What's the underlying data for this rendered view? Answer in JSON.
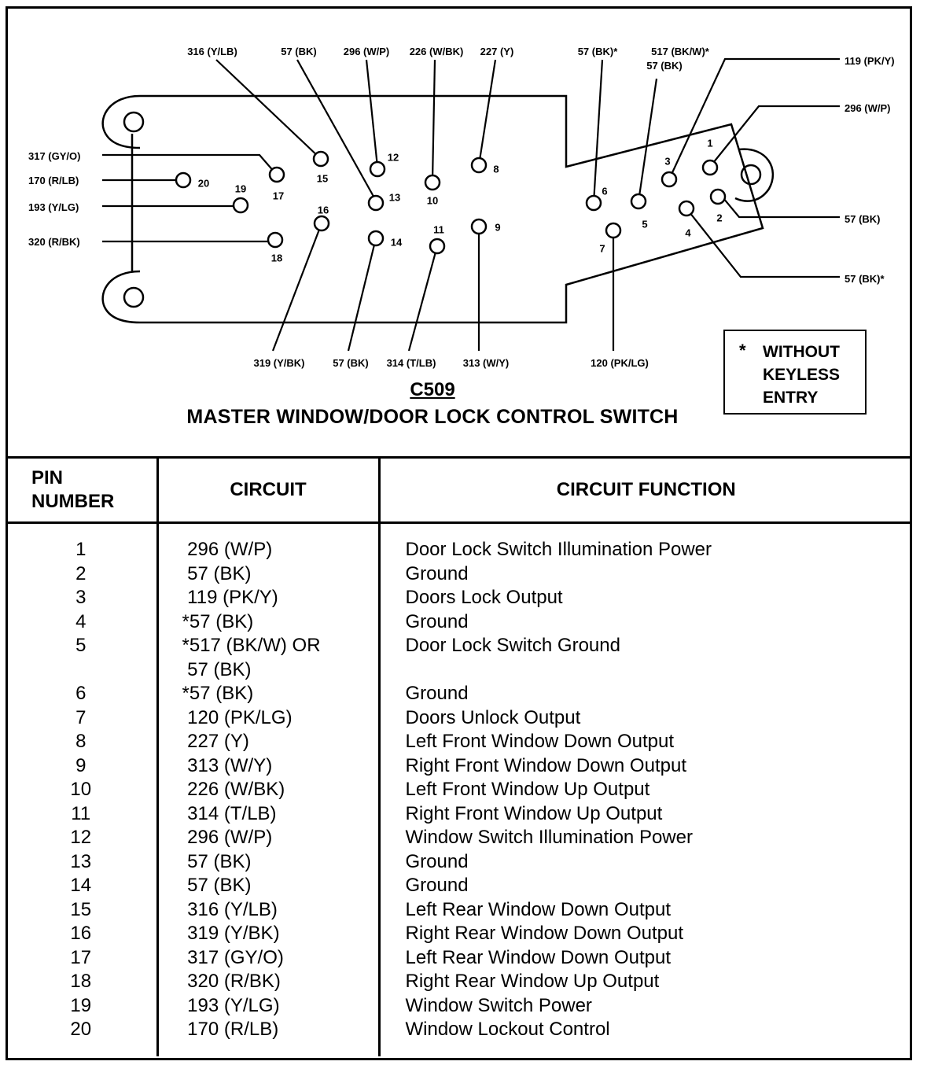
{
  "connector": {
    "id": "C509",
    "title": "MASTER WINDOW/DOOR LOCK CONTROL SWITCH",
    "note_star": "*",
    "note_text": "WITHOUT\nKEYLESS\nENTRY"
  },
  "pin_labels": [
    "1",
    "2",
    "3",
    "4",
    "5",
    "6",
    "7",
    "8",
    "9",
    "10",
    "11",
    "12",
    "13",
    "14",
    "15",
    "16",
    "17",
    "18",
    "19",
    "20"
  ],
  "wire_labels": {
    "w316": "316 (Y/LB)",
    "w57_top": "57 (BK)",
    "w296_top": "296 (W/P)",
    "w226": "226 (W/BK)",
    "w227": "227 (Y)",
    "w57_star_top": "57 (BK)*",
    "w517": "517 (BK/W)*",
    "w57_under517": "57 (BK)",
    "w119": "119 (PK/Y)",
    "w296_right": "296 (W/P)",
    "w57_right": "57 (BK)",
    "w57_star_right": "57 (BK)*",
    "w317": "317 (GY/O)",
    "w170": "170 (R/LB)",
    "w193": "193 (Y/LG)",
    "w320": "320 (R/BK)",
    "w319": "319 (Y/BK)",
    "w57_bottom": "57 (BK)",
    "w314": "314 (T/LB)",
    "w313": "313 (W/Y)",
    "w120": "120 (PK/LG)"
  },
  "table": {
    "headers": {
      "pin_line1": "PIN",
      "pin_line2": "NUMBER",
      "circuit": "CIRCUIT",
      "function": "CIRCUIT FUNCTION"
    },
    "rows": [
      {
        "pin": "1",
        "circuit": [
          "296 (W/P)"
        ],
        "function": "Door Lock Switch Illumination Power"
      },
      {
        "pin": "2",
        "circuit": [
          "57 (BK)"
        ],
        "function": "Ground"
      },
      {
        "pin": "3",
        "circuit": [
          "119 (PK/Y)"
        ],
        "function": "Doors Lock Output"
      },
      {
        "pin": "4",
        "circuit": [
          "*57 (BK)"
        ],
        "function": "Ground"
      },
      {
        "pin": "5",
        "circuit": [
          "*517 (BK/W) OR",
          "57 (BK)"
        ],
        "function": "Door Lock Switch Ground"
      },
      {
        "pin": "6",
        "circuit": [
          "*57 (BK)"
        ],
        "function": "Ground"
      },
      {
        "pin": "7",
        "circuit": [
          "120 (PK/LG)"
        ],
        "function": "Doors Unlock Output"
      },
      {
        "pin": "8",
        "circuit": [
          "227 (Y)"
        ],
        "function": "Left Front Window Down Output"
      },
      {
        "pin": "9",
        "circuit": [
          "313 (W/Y)"
        ],
        "function": "Right Front Window Down Output"
      },
      {
        "pin": "10",
        "circuit": [
          "226 (W/BK)"
        ],
        "function": "Left Front Window Up Output"
      },
      {
        "pin": "11",
        "circuit": [
          "314 (T/LB)"
        ],
        "function": "Right Front Window Up Output"
      },
      {
        "pin": "12",
        "circuit": [
          "296 (W/P)"
        ],
        "function": "Window Switch Illumination Power"
      },
      {
        "pin": "13",
        "circuit": [
          "57 (BK)"
        ],
        "function": "Ground"
      },
      {
        "pin": "14",
        "circuit": [
          "57 (BK)"
        ],
        "function": "Ground"
      },
      {
        "pin": "15",
        "circuit": [
          "316 (Y/LB)"
        ],
        "function": "Left Rear Window Down Output"
      },
      {
        "pin": "16",
        "circuit": [
          "319 (Y/BK)"
        ],
        "function": "Right Rear Window Down Output"
      },
      {
        "pin": "17",
        "circuit": [
          "317 (GY/O)"
        ],
        "function": "Left Rear Window Down Output"
      },
      {
        "pin": "18",
        "circuit": [
          "320 (R/BK)"
        ],
        "function": "Right Rear Window Up Output"
      },
      {
        "pin": "19",
        "circuit": [
          "193 (Y/LG)"
        ],
        "function": "Window Switch Power"
      },
      {
        "pin": "20",
        "circuit": [
          "170 (R/LB)"
        ],
        "function": "Window Lockout Control"
      }
    ]
  }
}
